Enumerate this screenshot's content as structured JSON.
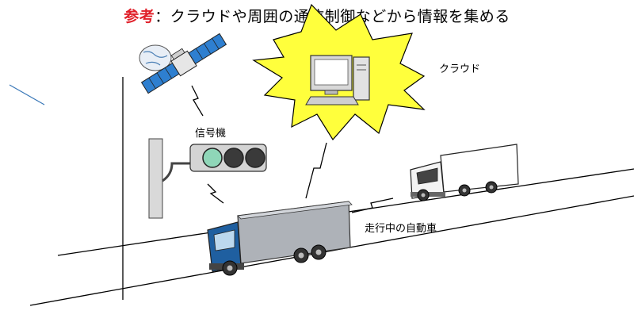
{
  "header": {
    "prefix": "参考",
    "separator": "：",
    "text": "クラウドや周囲の通信制御などから情報を集める",
    "prefix_color": "#e0202a"
  },
  "labels": {
    "cloud": "クラウド",
    "signal": "信号機",
    "vehicle": "走行中の自動車"
  },
  "icons": [
    "satellite-icon",
    "cloud-computer-icon",
    "traffic-signal-icon",
    "truck-icon",
    "delivery-truck-icon",
    "wireless-link-icon"
  ],
  "colors": {
    "burst_fill": "#ffff3c",
    "truck_cab": "#1f5fa0",
    "signal_lamp": "#8fd6b8",
    "satellite_panel": "#2e7fd0"
  }
}
